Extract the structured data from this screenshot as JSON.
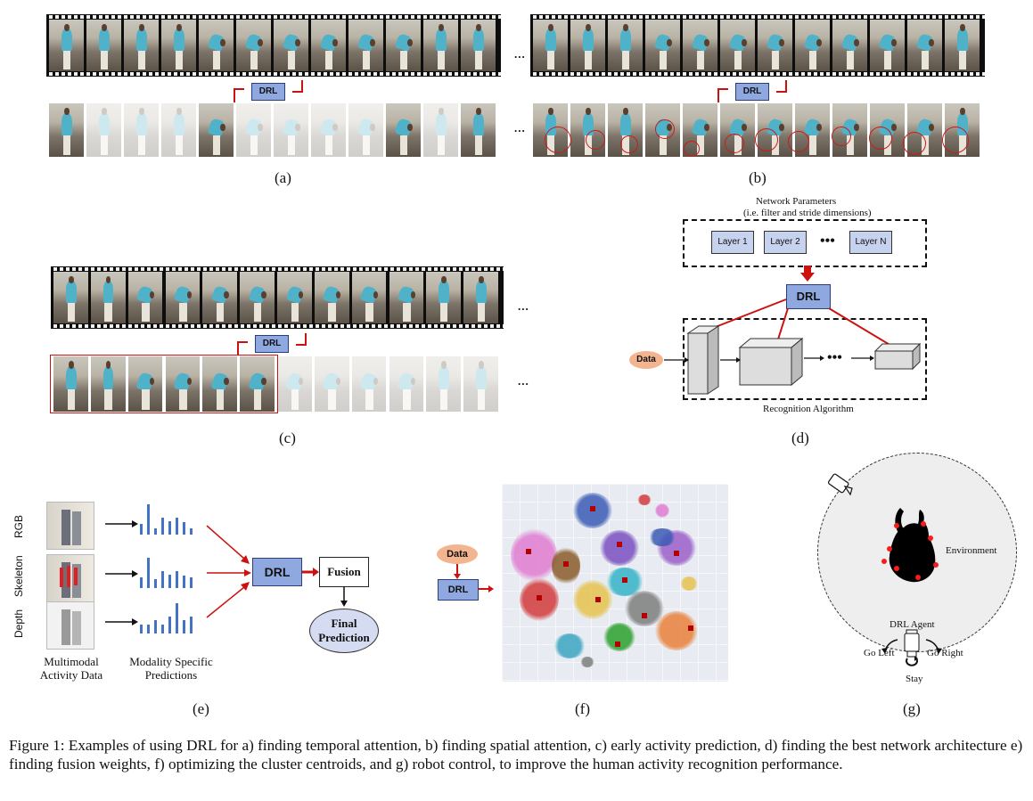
{
  "panels": {
    "a": {
      "caption": "(a)",
      "drl": "DRL",
      "ellipsis": "..."
    },
    "b": {
      "caption": "(b)",
      "drl": "DRL",
      "ellipsis": "..."
    },
    "c": {
      "caption": "(c)",
      "drl": "DRL",
      "ellipsis_top": "...",
      "ellipsis_bottom": "..."
    },
    "d": {
      "caption": "(d)",
      "params_title_line1": "Network Parameters",
      "params_title_line2": "(i.e. filter and stride dimensions)",
      "layers": [
        "Layer 1",
        "Layer 2",
        "Layer N"
      ],
      "layer_ellipsis": "•••",
      "drl": "DRL",
      "data": "Data",
      "algo_ellipsis": "•••",
      "algo_label": "Recognition Algorithm"
    },
    "e": {
      "caption": "(e)",
      "modalities": [
        "RGB",
        "Skeleton",
        "Depth"
      ],
      "drl": "DRL",
      "fusion": "Fusion",
      "final_line1": "Final",
      "final_line2": "Prediction",
      "label_left_line1": "Multimodal",
      "label_left_line2": "Activity Data",
      "label_mid_line1": "Modality Specific",
      "label_mid_line2": "Predictions",
      "bars": [
        [
          0.35,
          1.0,
          0.2,
          0.55,
          0.45,
          0.55,
          0.4,
          0.2
        ],
        [
          0.35,
          1.0,
          0.3,
          0.55,
          0.45,
          0.55,
          0.4,
          0.35
        ],
        [
          0.3,
          0.3,
          0.45,
          0.3,
          0.55,
          1.0,
          0.45,
          0.55
        ]
      ]
    },
    "f": {
      "caption": "(f)",
      "data": "Data",
      "drl": "DRL"
    },
    "g": {
      "caption": "(g)",
      "environment": "Environment",
      "agent": "DRL Agent",
      "left": "Go Left",
      "right": "Go Right",
      "stay": "Stay"
    }
  },
  "figure_caption": "Figure 1:  Examples of using DRL for a) finding temporal attention, b) finding spatial attention, c) early activity prediction, d) finding the best network architecture e) finding fusion weights, f) optimizing the cluster centroids, and g) robot control, to improve the human activity recognition performance.",
  "colors": {
    "accent_red": "#cc1111",
    "drl_blue": "#8fa9e0",
    "data_orange": "#f3b58f",
    "bar_blue": "#4472c4"
  }
}
